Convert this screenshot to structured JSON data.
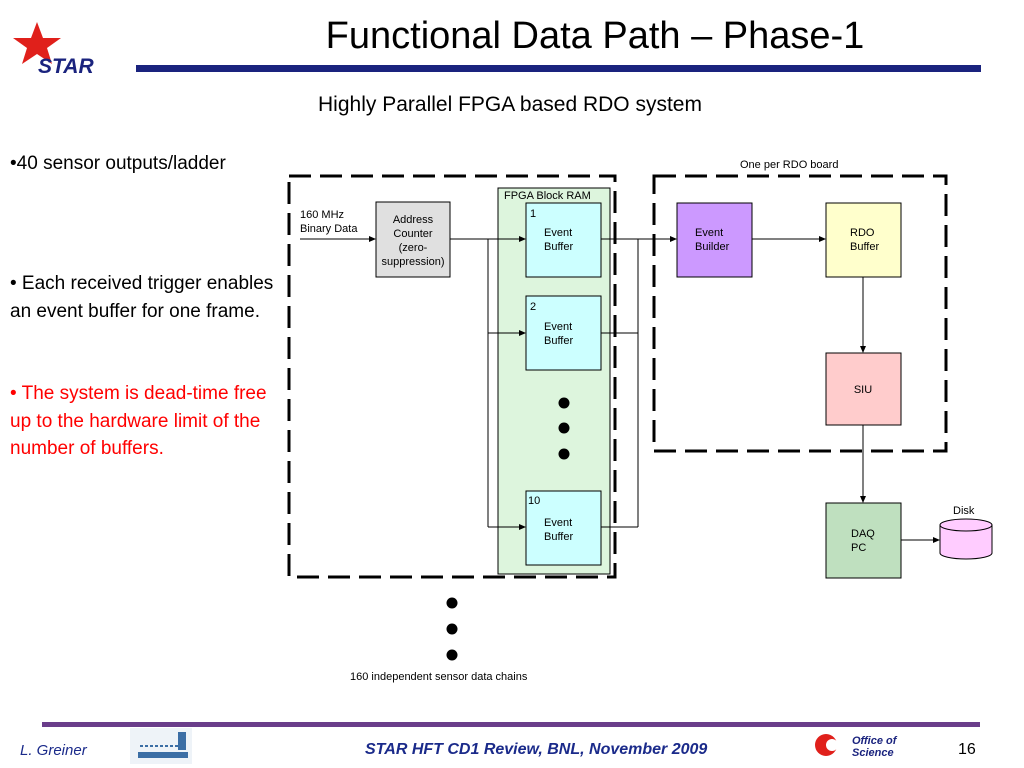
{
  "header": {
    "logo_text": "STAR",
    "title": "Functional Data Path – Phase-1",
    "subtitle": "Highly Parallel FPGA based RDO system"
  },
  "bullets": [
    "•40 sensor outputs/ladder",
    "• Each received trigger enables an event buffer for one frame.",
    "• The system is dead-time free up to the hardware limit of the number of buffers."
  ],
  "diagram": {
    "input_label_1": "160 MHz",
    "input_label_2": "Binary Data",
    "address_counter": [
      "Address",
      "Counter",
      "(zero-",
      "suppression)"
    ],
    "fpga_label": "FPGA Block RAM",
    "buffers": [
      {
        "index": "1",
        "line1": "Event",
        "line2": "Buffer"
      },
      {
        "index": "2",
        "line1": "Event",
        "line2": "Buffer"
      },
      {
        "index": "10",
        "line1": "Event",
        "line2": "Buffer"
      }
    ],
    "rdo_board_label": "One per RDO board",
    "event_builder": [
      "Event",
      "Builder"
    ],
    "rdo_buffer": [
      "RDO",
      "Buffer"
    ],
    "siu": "SIU",
    "daq_pc": [
      "DAQ",
      "PC"
    ],
    "disk": "Disk",
    "chains_label": "160 independent sensor data chains",
    "colors": {
      "buffer_fill": "#ccffff",
      "fpga_fill": "#ddf5dd",
      "event_builder_fill": "#cc99ff",
      "rdo_buffer_fill": "#ffffcc",
      "siu_fill": "#ffcccc",
      "daq_fill": "#bfe0bf",
      "disk_fill": "#ffccff",
      "address_fill": "#e0e0e0",
      "bar_color": "#1a237e",
      "footer_line": "#6a3d8a"
    }
  },
  "footer": {
    "author": "L. Greiner",
    "event": "STAR HFT CD1 Review, BNL, November 2009",
    "page": "16",
    "office_logo_line1": "Office of",
    "office_logo_line2": "Science"
  }
}
